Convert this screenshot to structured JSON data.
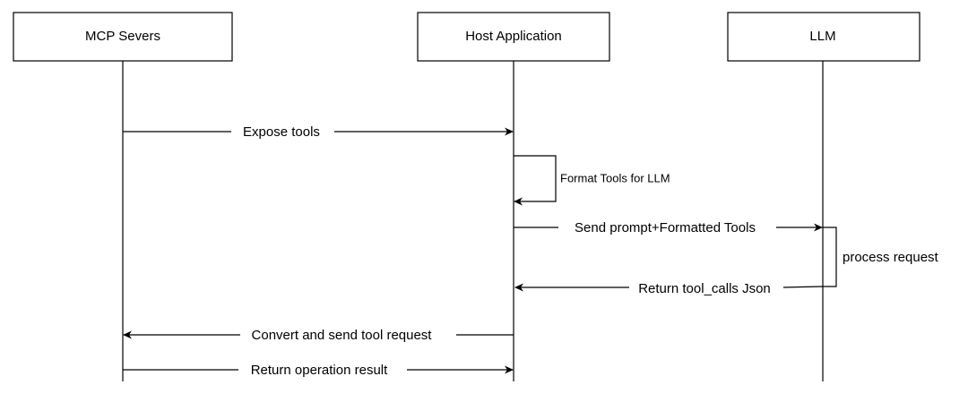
{
  "participants": [
    {
      "id": "mcp",
      "label": "MCP Severs"
    },
    {
      "id": "host",
      "label": "Host Application"
    },
    {
      "id": "llm",
      "label": "LLM"
    }
  ],
  "messages": [
    {
      "id": "expose",
      "label": "Expose tools"
    },
    {
      "id": "format",
      "label": "Format Tools for LLM"
    },
    {
      "id": "send-prompt",
      "label": "Send prompt+Formatted Tools"
    },
    {
      "id": "process",
      "label": "process request"
    },
    {
      "id": "return-calls",
      "label": "Return tool_calls Json"
    },
    {
      "id": "convert",
      "label": "Convert and send tool request"
    },
    {
      "id": "return-result",
      "label": "Return operation result"
    }
  ],
  "colors": {
    "line": "#000000",
    "box_fill": "#ffffff",
    "text": "#000000"
  }
}
